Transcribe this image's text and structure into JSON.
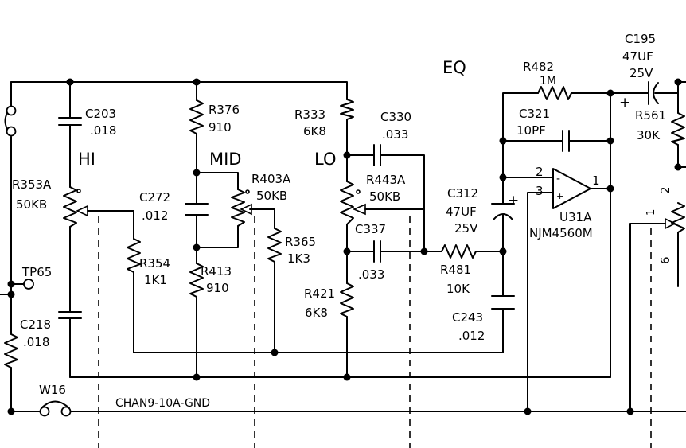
{
  "title": "EQ",
  "sections": {
    "hi": "HI",
    "mid": "MID",
    "lo": "LO"
  },
  "net_label": "CHAN9-10A-GND",
  "testpoint": "TP65",
  "wire_link": "W16",
  "components": {
    "c203": {
      "ref": "C203",
      "value": ".018"
    },
    "r353a": {
      "ref": "R353A",
      "value": "50KB"
    },
    "r354": {
      "ref": "R354",
      "value": "1K1"
    },
    "c218": {
      "ref": "C218",
      "value": ".018"
    },
    "r376": {
      "ref": "R376",
      "value": "910"
    },
    "c272": {
      "ref": "C272",
      "value": ".012"
    },
    "r403a": {
      "ref": "R403A",
      "value": "50KB"
    },
    "r365": {
      "ref": "R365",
      "value": "1K3"
    },
    "r413": {
      "ref": "R413",
      "value": "910"
    },
    "r333": {
      "ref": "R333",
      "value": "6K8"
    },
    "c330": {
      "ref": "C330",
      "value": ".033"
    },
    "r443a": {
      "ref": "R443A",
      "value": "50KB"
    },
    "c337": {
      "ref": "C337",
      "value": ".033"
    },
    "r421": {
      "ref": "R421",
      "value": "6K8"
    },
    "r481": {
      "ref": "R481",
      "value": "10K"
    },
    "c312": {
      "ref": "C312",
      "value": "47UF",
      "voltage": "25V"
    },
    "c243": {
      "ref": "C243",
      "value": ".012"
    },
    "r482": {
      "ref": "R482",
      "value": "1M"
    },
    "c321": {
      "ref": "C321",
      "value": "10PF"
    },
    "u31a": {
      "ref": "U31A",
      "part": "NJM4560M"
    },
    "c195": {
      "ref": "C195",
      "value": "47UF",
      "voltage": "25V"
    },
    "r561": {
      "ref": "R561",
      "value": "30K"
    }
  },
  "pins": {
    "inv": "2",
    "noninv": "3",
    "out": "1",
    "right_2": "2",
    "right_1": "1",
    "right_6": "6"
  },
  "symbols": {
    "minus": "-",
    "plus_small": "+",
    "plus_cap": "+",
    "plus_c195": "+"
  }
}
